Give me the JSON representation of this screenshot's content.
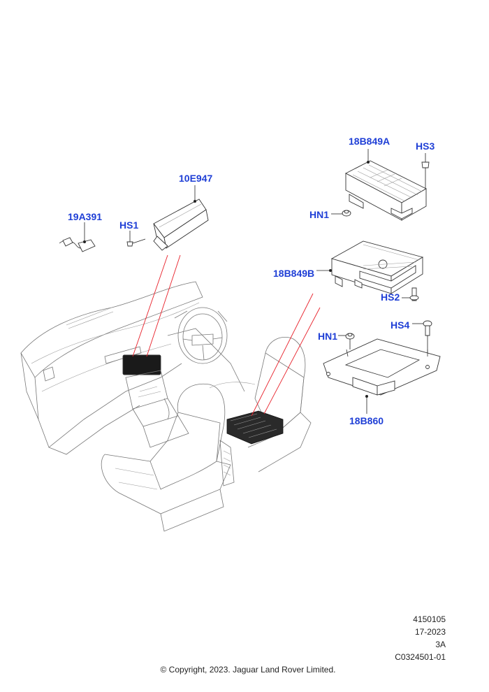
{
  "callouts": {
    "c_18B849A": "18B849A",
    "c_HS3": "HS3",
    "c_10E947": "10E947",
    "c_19A391": "19A391",
    "c_HS1": "HS1",
    "c_HN1_top": "HN1",
    "c_18B849B": "18B849B",
    "c_HS2": "HS2",
    "c_HS4": "HS4",
    "c_HN1_bottom": "HN1",
    "c_18B860": "18B860"
  },
  "meta": {
    "line1": "4150105",
    "line2": "17-2023",
    "line3": "3A",
    "line4": "C0324501-01"
  },
  "copyright": "© Copyright, 2023. Jaguar Land Rover Limited.",
  "colors": {
    "callout": "#1f3fd6",
    "highlight_line": "#e8202a",
    "line_art": "#777777"
  }
}
